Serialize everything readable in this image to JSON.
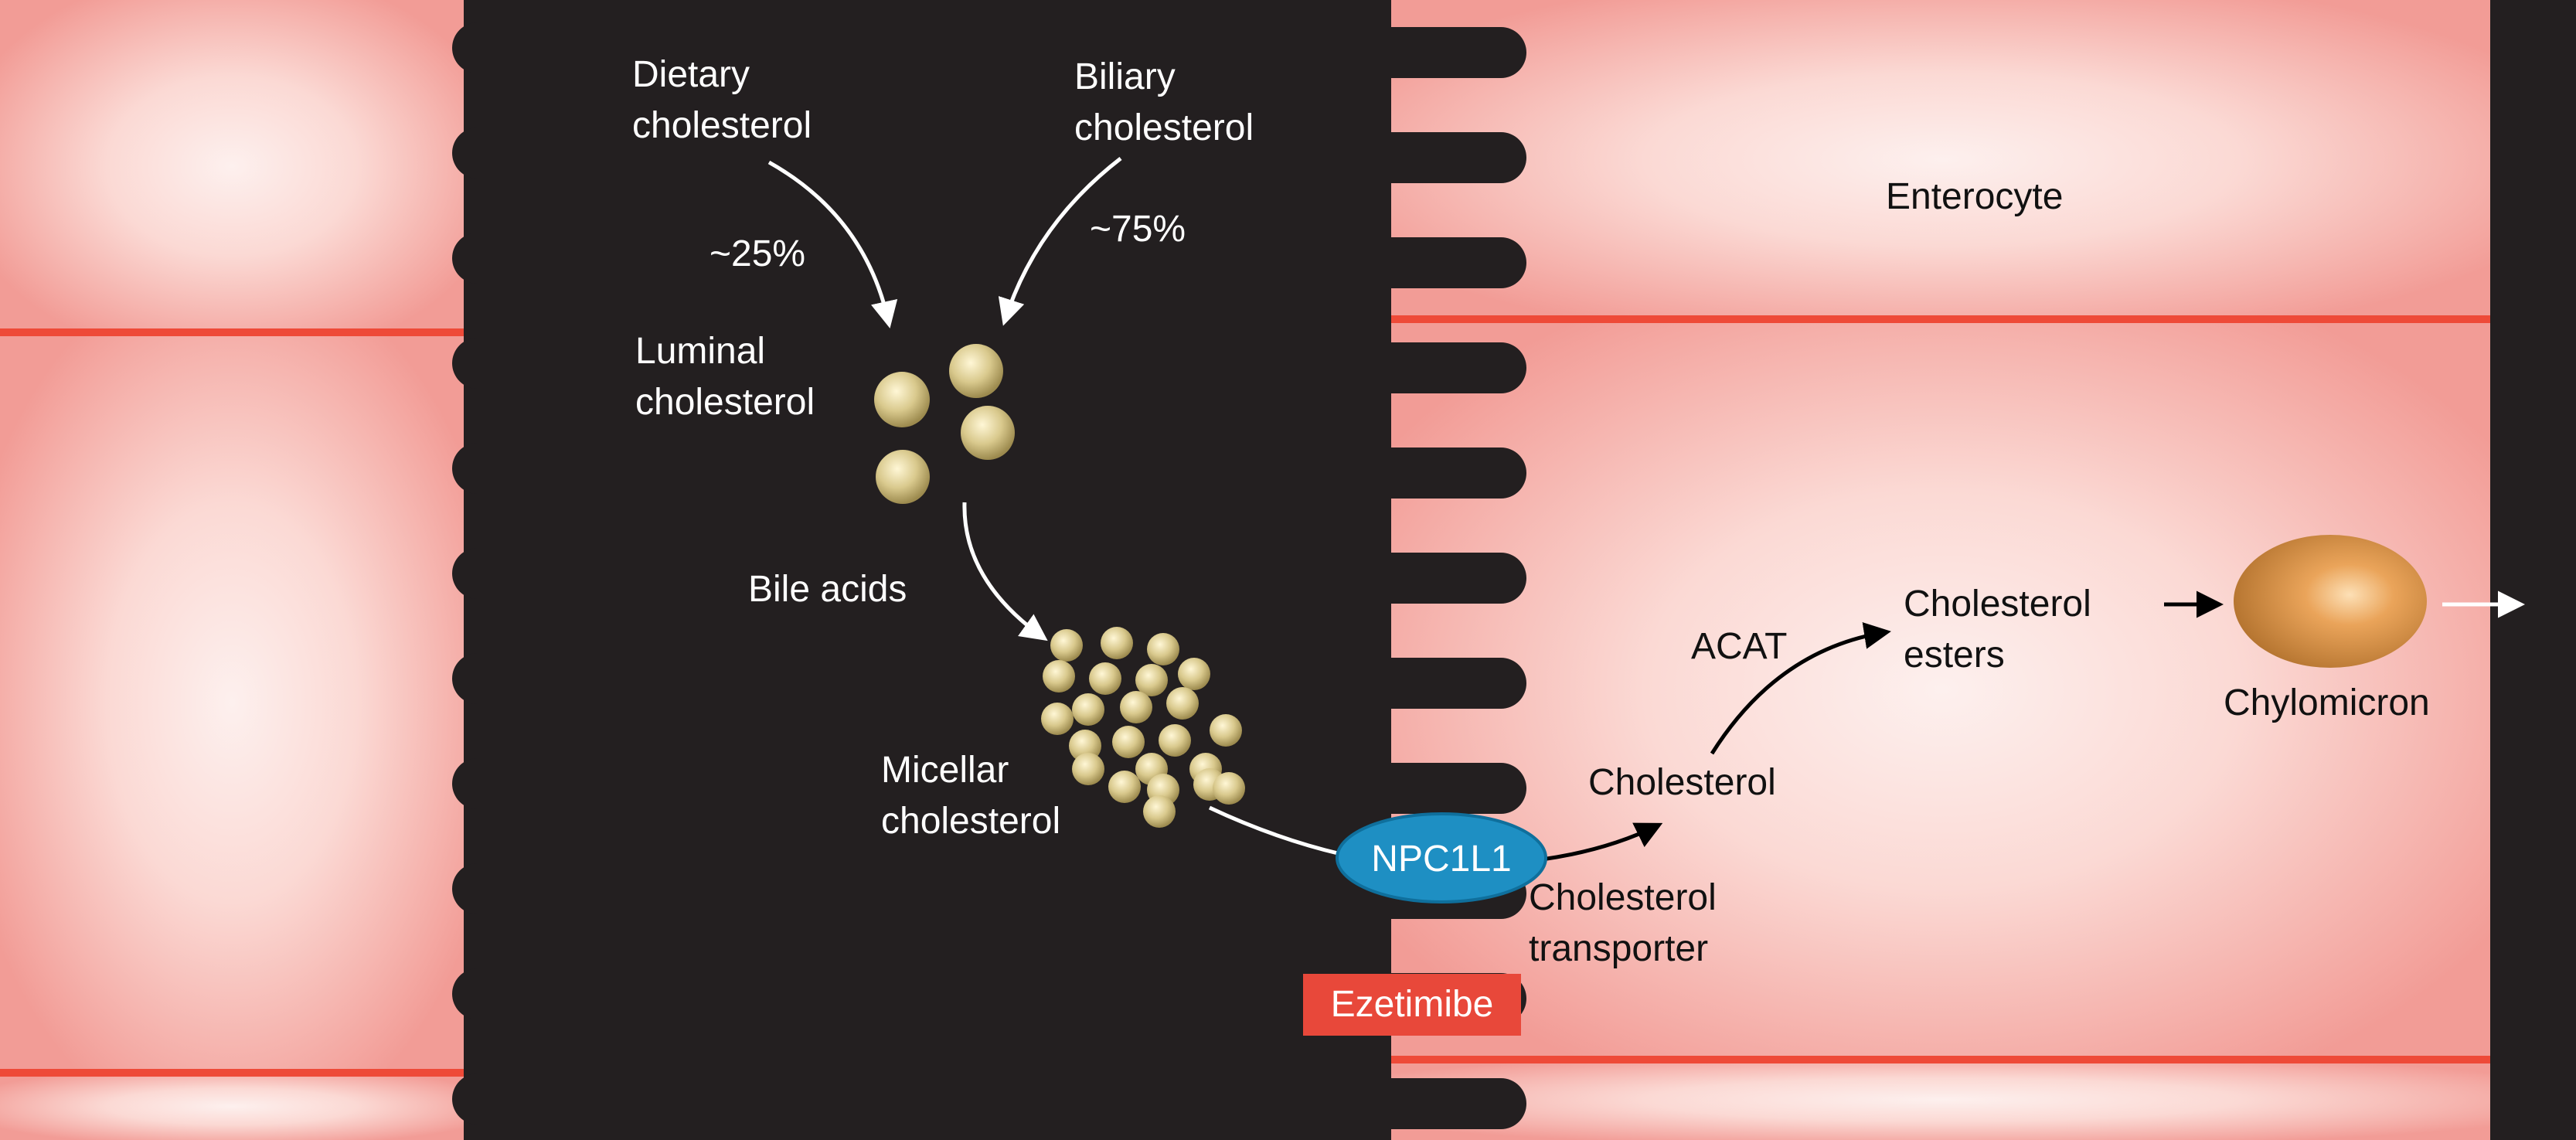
{
  "labels": {
    "dietary_1": "Dietary",
    "dietary_2": "cholesterol",
    "biliary_1": "Biliary",
    "biliary_2": "cholesterol",
    "pct_dietary": "~25%",
    "pct_biliary": "~75%",
    "luminal_1": "Luminal",
    "luminal_2": "cholesterol",
    "bile_acids": "Bile acids",
    "micellar_1": "Micellar",
    "micellar_2": "cholesterol",
    "npc1l1": "NPC1L1",
    "transporter_1": "Cholesterol",
    "transporter_2": "transporter",
    "ezetimibe": "Ezetimibe",
    "cholesterol": "Cholesterol",
    "acat": "ACAT",
    "esters_1": "Cholesterol",
    "esters_2": "esters",
    "chylomicron": "Chylomicron",
    "enterocyte": "Enterocyte"
  },
  "colors": {
    "lumen": "#231f20",
    "cell_pink": "#f29c96",
    "cell_light": "#fde9e6",
    "cell_border": "#ee4a38",
    "npc1l1": "#1e8fc3",
    "ezetimibe": "#e8483a",
    "particle": "#d9c98d",
    "chylomicron": "#d78b3d"
  }
}
